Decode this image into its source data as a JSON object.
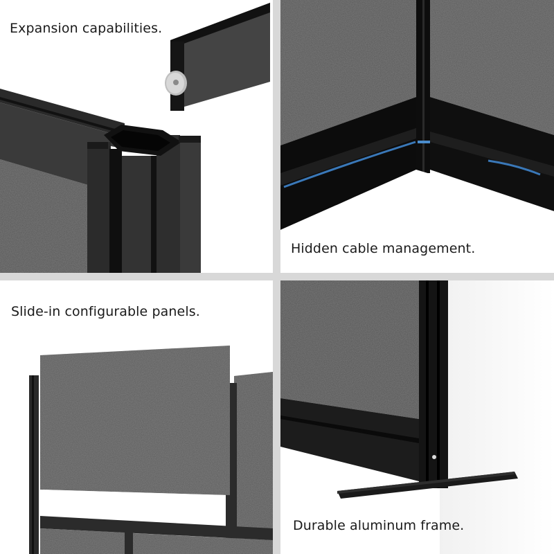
{
  "grid": {
    "gutter_color": "#d8d8d8",
    "tiles": [
      {
        "id": "expansion",
        "caption": "Expansion capabilities."
      },
      {
        "id": "cable",
        "caption": "Hidden cable management."
      },
      {
        "id": "panels",
        "caption": "Slide-in configurable panels."
      },
      {
        "id": "frame",
        "caption": "Durable aluminum frame."
      }
    ]
  },
  "colors": {
    "felt": "#555555",
    "frame": "#1c1c1c",
    "cable": "#3a78b8"
  }
}
